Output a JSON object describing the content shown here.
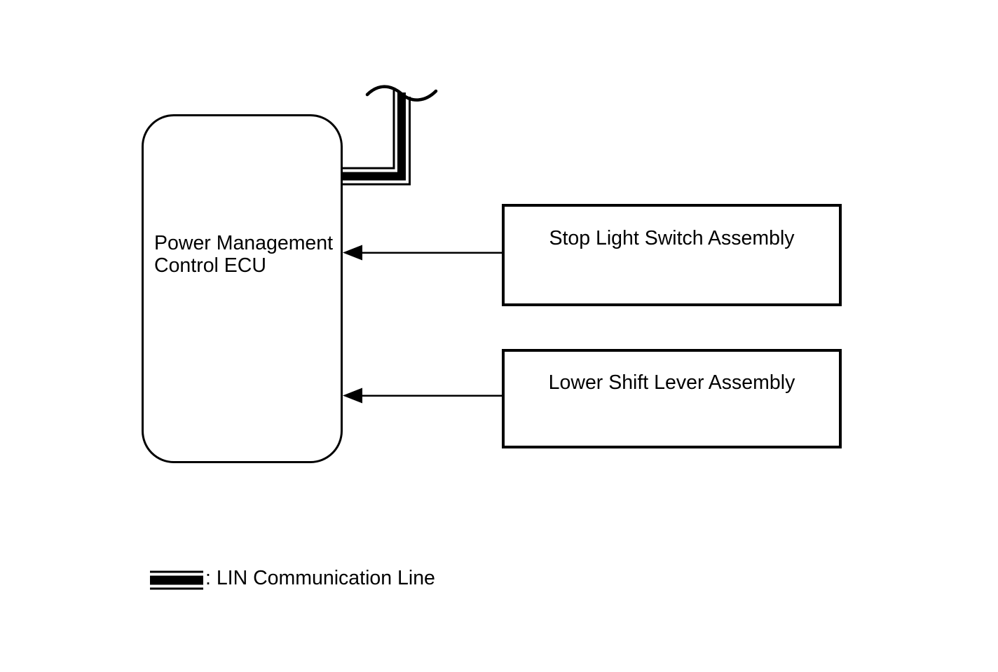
{
  "page": {
    "background_color": "#ffffff",
    "line_color": "#000000"
  },
  "diagram": {
    "type": "block-diagram",
    "nodes": [
      {
        "id": "power-management-control-ecu",
        "label": "Power Management\nControl ECU",
        "shape": "rounded-rectangle"
      },
      {
        "id": "stop-light-switch-assembly",
        "label": "Stop Light Switch Assembly",
        "shape": "rectangle"
      },
      {
        "id": "lower-shift-lever-assembly",
        "label": "Lower Shift Lever Assembly",
        "shape": "rectangle"
      }
    ],
    "connections": [
      {
        "from": "stop-light-switch-assembly",
        "to": "power-management-control-ecu",
        "style": "single-line-arrow",
        "direction": "left"
      },
      {
        "from": "lower-shift-lever-assembly",
        "to": "power-management-control-ecu",
        "style": "single-line-arrow",
        "direction": "left"
      },
      {
        "from": "power-management-control-ecu",
        "to": "off-page-break",
        "style": "lin-communication-line"
      }
    ],
    "legend": {
      "symbol": "lin-communication-line-symbol",
      "label": ": LIN Communication Line"
    }
  }
}
